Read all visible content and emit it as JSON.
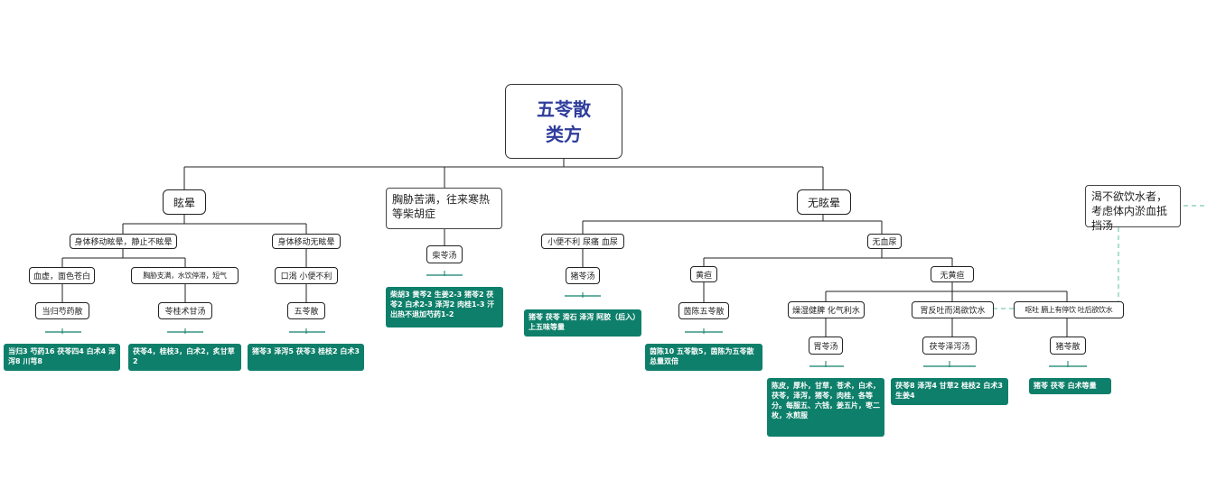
{
  "root": {
    "line1": "五苓散",
    "line2": "类方"
  },
  "branches": {
    "dizzy": {
      "label": "眩晕"
    },
    "chaihu": {
      "label": "胸胁苦满，往来寒热等柴胡症"
    },
    "no_dizzy": {
      "label": "无眩晕"
    }
  },
  "dizzy_children": {
    "body_sway_stop": {
      "label": "身体移动眩晕，静止不眩晕"
    },
    "body_sway_none": {
      "label": "身体移动无眩晕"
    },
    "blood_def": {
      "label": "血虚，面色苍白"
    },
    "chest_full": {
      "label": "胸胁支满，水饮停滞，短气"
    },
    "thirst": {
      "label": "口渴 小便不利"
    },
    "danggui": {
      "label": "当归芍药散"
    },
    "linggui": {
      "label": "苓桂术甘汤"
    },
    "wuling": {
      "label": "五苓散"
    }
  },
  "chaihu_children": {
    "chailing": {
      "label": "柴苓汤"
    }
  },
  "no_dizzy_children": {
    "urine_blood": {
      "label": "小便不利 尿痛 血尿"
    },
    "zhuling_a": {
      "label": "猪苓汤"
    },
    "no_blood_urine": {
      "label": "无血尿"
    },
    "jaundice": {
      "label": "黄疸"
    },
    "no_jaundice": {
      "label": "无黄疸"
    },
    "yinchen": {
      "label": "茵陈五苓散"
    },
    "damp_spleen": {
      "label": "燥湿健脾 化气利水"
    },
    "vomit_thirst": {
      "label": "胃反吐而渴欲饮水"
    },
    "vomit_diaphragm": {
      "label": "呕吐 膈上有停饮 吐后欲饮水"
    },
    "weiling": {
      "label": "胃苓汤"
    },
    "fuling_zexie": {
      "label": "茯苓泽泻汤"
    },
    "zhuling_san": {
      "label": "猪苓散"
    }
  },
  "side_note": {
    "label": "渴不欲饮水者，考虑体内淤血抵挡汤"
  },
  "formulas": {
    "danggui": "当归3 芍药16 茯苓四4 白术4 泽泻8 川芎8",
    "linggui": "茯苓4，桂枝3，白术2，炙甘草2",
    "wuling": "猪苓3 泽泻5 茯苓3 桂枝2 白术3",
    "chailing": "柴胡3 黄芩2 生姜2-3 猪苓2 茯苓2 白术2-3 泽泻2 肉桂1-3 汗出热不退加芍药1-2",
    "zhuling_a": "猪苓 茯苓 滑石 泽泻 阿胶（后入）上五味等量",
    "yinchen": "茵陈10 五苓散5，茵陈为五苓散总量双倍",
    "weiling": "陈皮，厚朴，甘草，苍术，白术，茯苓，泽泻，猪苓，肉桂，各等分。每服五、六钱，姜五片，枣二枚，水煎服",
    "fuling_zexie": "茯苓8 泽泻4 甘草2 桂枝2 白术3 生姜4",
    "zhuling_san": "猪苓 茯苓 白术等量"
  },
  "colors": {
    "root_text": "#2f3d9c",
    "leaf_bg": "#0e7f6a",
    "leaf_text": "#ffffff",
    "line": "#222222",
    "accent": "#2a9d8f"
  }
}
